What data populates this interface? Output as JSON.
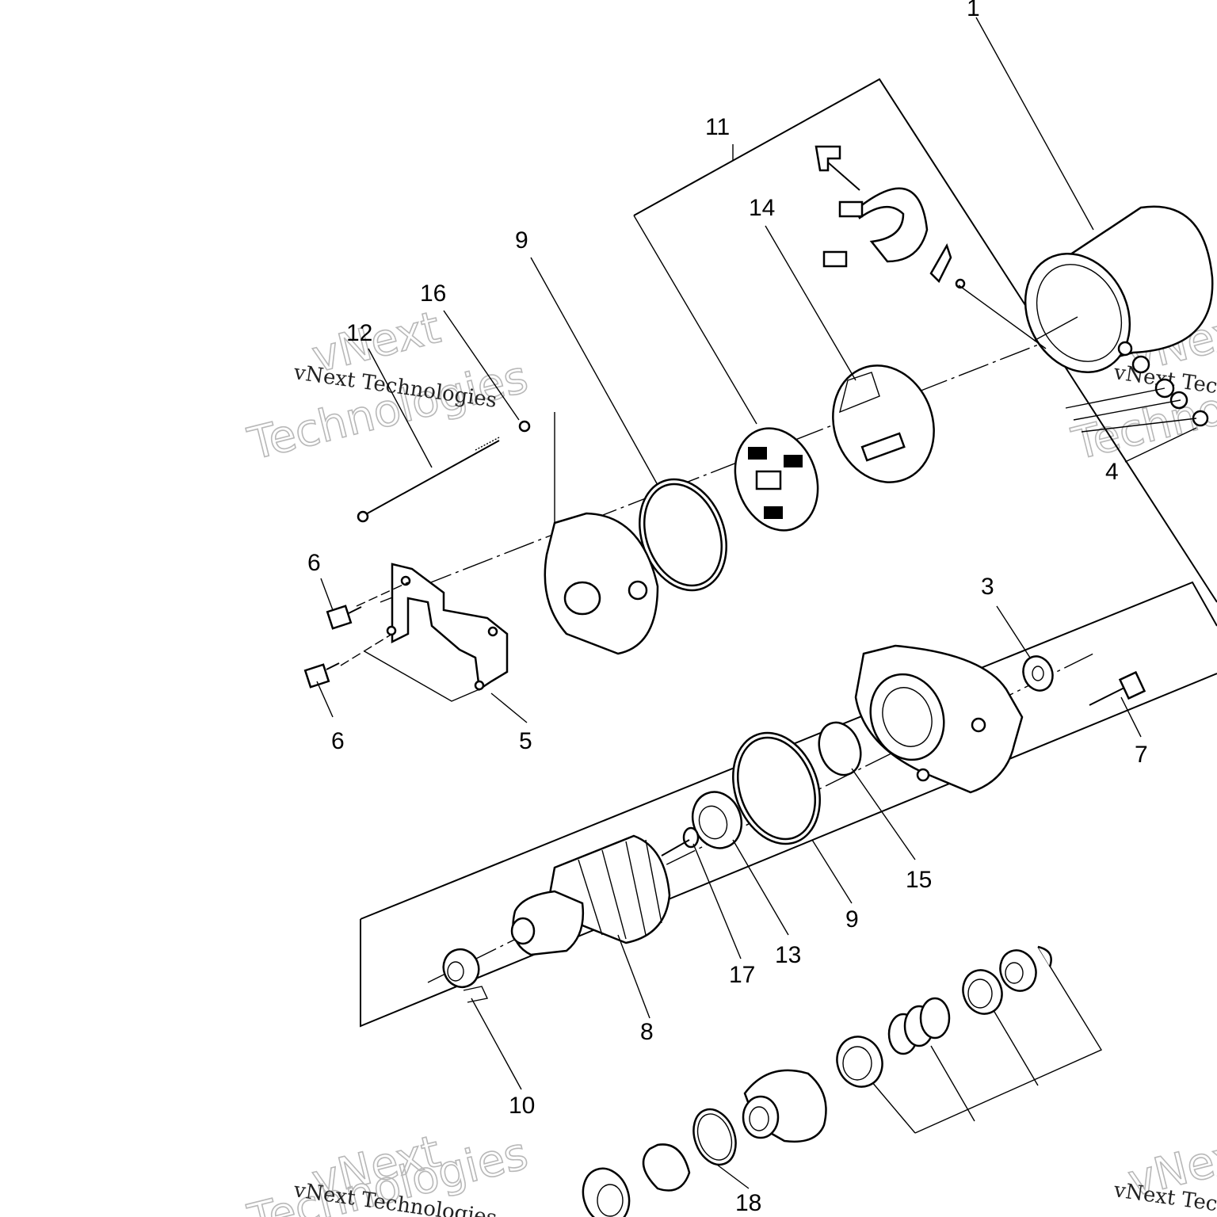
{
  "callouts": [
    "1",
    "11",
    "14",
    "9",
    "16",
    "12",
    "6",
    "6",
    "5",
    "3",
    "4",
    "7",
    "15",
    "9",
    "13",
    "17",
    "8",
    "10",
    "18"
  ],
  "watermark": {
    "brand": "vNext",
    "brand2": "Technologies",
    "caption": "vNext Technologies"
  }
}
